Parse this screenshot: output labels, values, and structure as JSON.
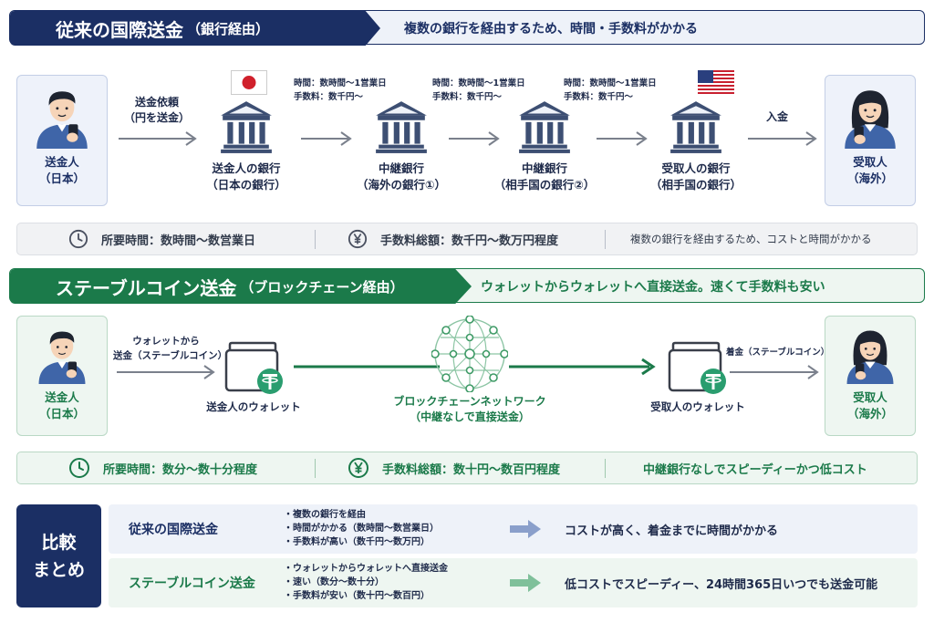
{
  "traditional": {
    "header_title": "従来の国際送金",
    "header_suffix": "（銀行経由）",
    "header_desc": "複数の銀行を経由するため、時間・手数料がかかる",
    "sender": {
      "line1": "送金人",
      "line2": "（日本）"
    },
    "receiver": {
      "line1": "受取人",
      "line2": "（海外）"
    },
    "arrow_request": {
      "line1": "送金依頼",
      "line2": "（円を送金）"
    },
    "arrow_deposit": "入金",
    "banks": [
      {
        "line1": "送金人の銀行",
        "line2": "（日本の銀行）"
      },
      {
        "line1": "中継銀行",
        "line2": "（海外の銀行①）"
      },
      {
        "line1": "中継銀行",
        "line2": "（相手国の銀行②）"
      },
      {
        "line1": "受取人の銀行",
        "line2": "（相手国の銀行）"
      }
    ],
    "hop_time": "時間：数時間〜1営業日",
    "hop_fee": "手数料：数千円〜",
    "info_time": "所要時間：数時間〜数営業日",
    "info_fee": "手数料総額：数千円〜数万円程度",
    "info_note": "複数の銀行を経由するため、コストと時間がかかる"
  },
  "stablecoin": {
    "header_title": "ステーブルコイン送金",
    "header_suffix": "（ブロックチェーン経由）",
    "header_desc": "ウォレットからウォレットへ直接送金。速くて手数料も安い",
    "sender": {
      "line1": "送金人",
      "line2": "（日本）"
    },
    "receiver": {
      "line1": "受取人",
      "line2": "（海外）"
    },
    "arrow_send": {
      "line1": "ウォレットから",
      "line2": "送金（ステーブルコイン）"
    },
    "arrow_arrive": "着金（ステーブルコイン）",
    "sender_wallet": "送金人のウォレット",
    "receiver_wallet": "受取人のウォレット",
    "network": {
      "line1": "ブロックチェーンネットワーク",
      "line2": "（中継なしで直接送金）"
    },
    "info_time": "所要時間：数分〜数十分程度",
    "info_fee": "手数料総額：数十円〜数百円程度",
    "info_note": "中継銀行なしでスピーディーかつ低コスト"
  },
  "summary": {
    "title_line1": "比較",
    "title_line2": "まとめ",
    "rows": [
      {
        "name": "従来の国際送金",
        "points": [
          "複数の銀行を経由",
          "時間がかかる（数時間〜数営業日）",
          "手数料が高い（数千円〜数万円）"
        ],
        "conclusion": "コストが高く、着金までに時間がかかる"
      },
      {
        "name": "ステーブルコイン送金",
        "points": [
          "ウォレットからウォレットへ直接送金",
          "速い（数分〜数十分）",
          "手数料が安い（数十円〜数百円）"
        ],
        "conclusion": "低コストでスピーディー、24時間365日いつでも送金可能"
      }
    ]
  },
  "colors": {
    "navy": "#1b2f64",
    "green": "#1b7a4a",
    "tether": "#2a9d6f"
  }
}
